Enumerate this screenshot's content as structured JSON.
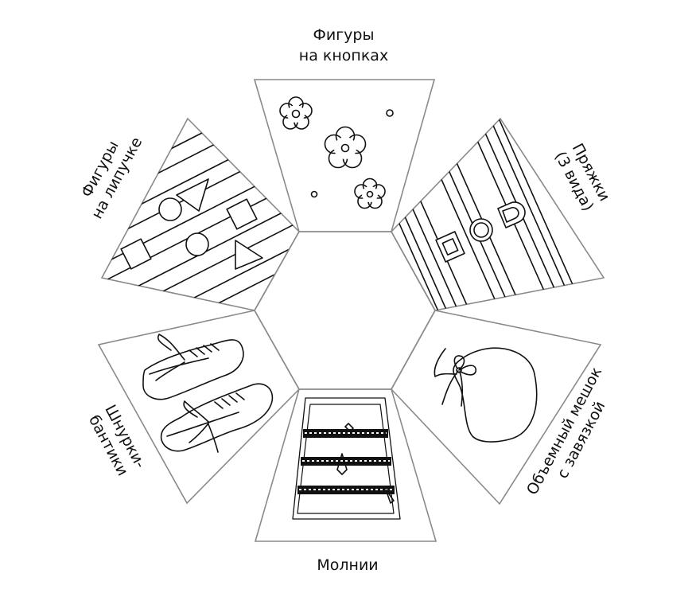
{
  "panels": {
    "top": {
      "line1": "Фигуры",
      "line2": "на кнопках"
    },
    "upper_right": {
      "line1": "Пряжки",
      "line2": "(3 вида)"
    },
    "lower_right": {
      "line1": "Объемный мешок",
      "line2": "с завязкой"
    },
    "bottom": {
      "line1": "Молнии"
    },
    "lower_left": {
      "line1": "Шнурки-",
      "line2": "бантики"
    },
    "upper_left": {
      "line1": "Фигуры",
      "line2": "на липучке"
    }
  }
}
